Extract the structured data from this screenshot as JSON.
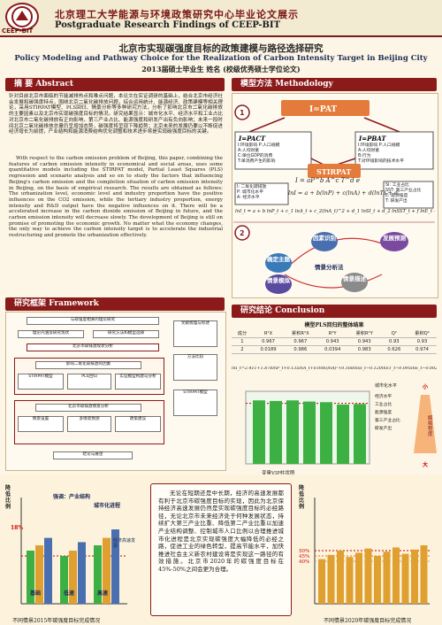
{
  "header": {
    "logo_text": "CEEP-BIT",
    "institute_cn": "北京理工大学能源与环境政策研究中心毕业论文展示",
    "institute_en": "Postgraduate Research Findings of CEEP-BIT"
  },
  "title": {
    "cn": "北京市实现碳强度目标的政策建模与路径选择研究",
    "en": "Policy Modeling and Pathway Choice for the Realization of Carbon Intensity Target in Beijing City",
    "author": "2013届硕士毕业生   姓名   (校级优秀硕士学位论文)"
  },
  "abstract": {
    "heading": "摘     要  Abstract",
    "cn": "针对目前北京市面临的节能减排热点和难点问题，本论文在实证调研的基础上，结合北京市经济社会发展和碳强度特点，围绕北京二氧化碳排放问题，综合运用统计、能源经济、政策建模等相关理论，采用STIRPAT模型、PLS回归、情景分析等多种研究方法，分析了影响北京市二氧化碳排放的主要因素以及北京市实现碳强度目标的情况。研究结果显示：城市化水平、经济水平和工业占比对北京市二氧化碳排放有正向影响，第三产业占比、能源强度和研发产出有负向影响；未来一段时间北京二氧化碳排放总量仍呈增加态势，碳强度将呈现下降趋势；北京未来的发展仍要以不断促进经济增长为前提，产业结构和能源消费结构优化调整和技术进步将是实现碳强度目标的关键。",
    "en": "With respect to the carbon emission problem of Beijing, this paper, combining the features of carbon emission intensity in economical and social areas, uses some quantitative models including the STIRPAT model, Partial Least Squares (PLS) regression and scenario analysis and so on to study the factors that influencing Beijing's carbon emission and the completion situation of carbon emission intensity in Beijing, on the basis of empirical research. The results are obtained as follows: The urbanization level, economic level and industry proportion have the positive influences on the CO2 emission, while the tertiary industry proportion, energy intensity and R&D output have the negative influences on it. There will be a accelerated increase in the carbon dioxide emission of Beijing in future, and the carbon emission intensity will decrease slowly. The development of Beijing is still on promise of promoting the economic growth. No matter what the economy changes, the only way to achieve the carbon intensity target is to accelerate the industrial restructuring and promote the urbanization effectively."
  },
  "methodology": {
    "heading": "模型方法  Methodology",
    "ipat": "I=PAT",
    "stirpat": "STIRPAT",
    "ipact_title": "I=PACT",
    "ipact_lines": [
      "I:环境影响  P:人口规模",
      "A:人均财富",
      "C:单位GDP的消费",
      "T:单消费产生的影响"
    ],
    "ipbat_title": "I=PBAT",
    "ipbat_lines": [
      "I:环境影响  P:人口规模",
      "A:人均财富",
      "B:行为",
      "T:对环境影响的技术水平"
    ],
    "eq1": "I = aP^b A^c T^d e",
    "eq2": "lnI = a + b(lnP) + c(lnA) + d(lnT) + e",
    "eq3": "lnI_t = a + b lnP_t + c_1 lnA_t + c_2(lnA_t)^2 + d_1 lnSI_t + d_2 lnSST_t + f lnE_t + g lnT_t + e",
    "left_vars": [
      "I: 二氧化碳排放",
      "P: 城市化水平",
      "A: 经济水平"
    ],
    "right_vars": [
      "SI: 工业占比",
      "SST: 第三产业占比",
      "E: 能源强度",
      "T: 研发产出"
    ],
    "step1": "1",
    "step2": "2",
    "scenario_nodes": [
      "因素识别",
      "发展预测",
      "确定主题",
      "情景分析法",
      "情景模拟",
      "情景描述"
    ]
  },
  "framework": {
    "heading": "研究框架  Framework",
    "boxes": [
      "与碳强度相关的理论研究",
      "理论内涵及研究现状",
      "研究方法和模型选择",
      "北京市碳排放现状分析",
      "影响二氧化碳排放的因素",
      "实证模型构建与分析",
      "北京市碳排放情景分析",
      "政策建议",
      "文献梳理与综述",
      "方法比较",
      "STIRPAT模型",
      "PLS回归",
      "情景设置",
      "多情景预测",
      "结论与展望"
    ]
  },
  "conclusion": {
    "heading": "研究结论  Conclusion",
    "table_title": "模型PLS回归的整体结果",
    "table_headers": [
      "成分",
      "R²X",
      "累积R²X",
      "R²Y",
      "累积R²Y",
      "Q²",
      "累积Q²"
    ],
    "table_rows": [
      [
        "1",
        "0.967",
        "0.967",
        "0.943",
        "0.943",
        "0.93",
        "0.93"
      ],
      [
        "2",
        "0.0189",
        "0.986",
        "0.0394",
        "0.983",
        "0.626",
        "0.974"
      ]
    ],
    "regression_eq": "lnI_t=2.411+1.878lnP_t+0.135lnA_t+0.006(lnA)²+0.168lnSI_t−0.120lnST_t−0.095lnE_t−0.002lnT_t",
    "vip_caption": "变量VIP柱状图",
    "vip_values": [
      1.05,
      1.04,
      1.05,
      1.03,
      1.02,
      0.98,
      0.99
    ],
    "right_label_top": "城市化水平",
    "right_labels": [
      "经济水平",
      "工业占比",
      "能源强度",
      "第三产业占比",
      "研发产出"
    ],
    "arrow_big": "大",
    "arrow_small": "小",
    "arrow_caption": "解释程度"
  },
  "bottom": {
    "left_ylabel": "降低比例",
    "left_caption": "不同情景2015年碳强度目标完成情况",
    "left_annot1": "强调：产业结构",
    "left_annot2": "城市化进程",
    "left_target": "18%",
    "left_group_labels": [
      "基础",
      "低速",
      "高速"
    ],
    "left_side_note": "经济高速发展",
    "center_text": "无论在短期还是中长期，经济的高速发展都有利于北京市碳强度目标的实现，因此为北京保持经济高速发展仍然是实现碳强度目标的必经路径，无论北京市未来经济处于何种发展状态，持续扩大第三产业比重、降低第二产业比重以加速产业结构调整、控制城市人口比例以合理推进城市化进程是北京实现碳强度大幅降低的必经之路，促进工业的绿色转型，提高节能水平，加快推进社会主义新农村建设将是实现这一路径的有效措施。北京市2020年的碳强度目标在45%-50%之间会更为合理。",
    "right_ylabel": "降低比例",
    "right_caption": "不同情景2020年碳强度目标完成情况",
    "right_targets": [
      "50%",
      "45%",
      "40%"
    ]
  },
  "colors": {
    "dark_red": "#8b1a1a",
    "green_bar": "#3cb043",
    "orange_bar": "#e0a030",
    "blue_pill": "#4a6fb0",
    "purple_pill": "#7a4aa0"
  }
}
